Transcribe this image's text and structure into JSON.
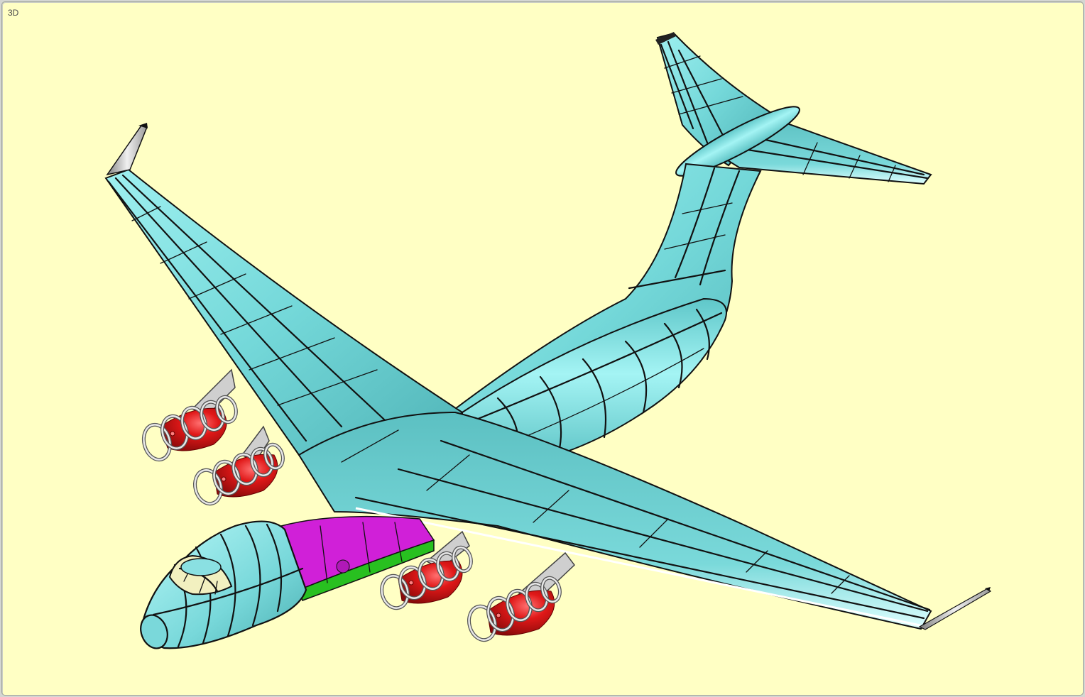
{
  "viewport": {
    "label": "3D",
    "background_color": "#ffffc4",
    "border_color": "#9ea49a"
  },
  "model": {
    "name": "aircraft",
    "colors": {
      "skin": "#7fe0e0",
      "skin_shadow": "#4fb5b8",
      "skin_highlight": "#c8ffff",
      "panel_lines": "#111111",
      "engine_core": "#d81818",
      "engine_rings": "#d0d0d0",
      "internal_structure": "#d020d8",
      "floor": "#28c020",
      "canopy": "#f2f0c0",
      "winglet": "#c8c8c8"
    },
    "components": [
      "nose-cone",
      "cockpit-canopy",
      "fuselage",
      "left-wing",
      "right-wing",
      "left-winglet",
      "right-winglet",
      "vertical-tail",
      "horizontal-stabilizer",
      "engine-1",
      "engine-2",
      "engine-3",
      "engine-4",
      "cargo-bay-structure"
    ]
  }
}
